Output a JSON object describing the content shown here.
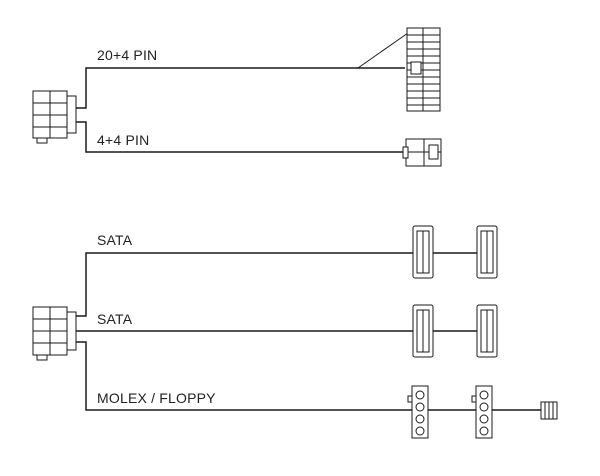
{
  "labels": {
    "cable_20_4": "20+4 PIN",
    "cable_4_4": "4+4 PIN",
    "sata_1": "SATA",
    "sata_2": "SATA",
    "molex_floppy": "MOLEX / FLOPPY"
  },
  "colors": {
    "line": "#1a1a1a",
    "background": "#ffffff"
  }
}
